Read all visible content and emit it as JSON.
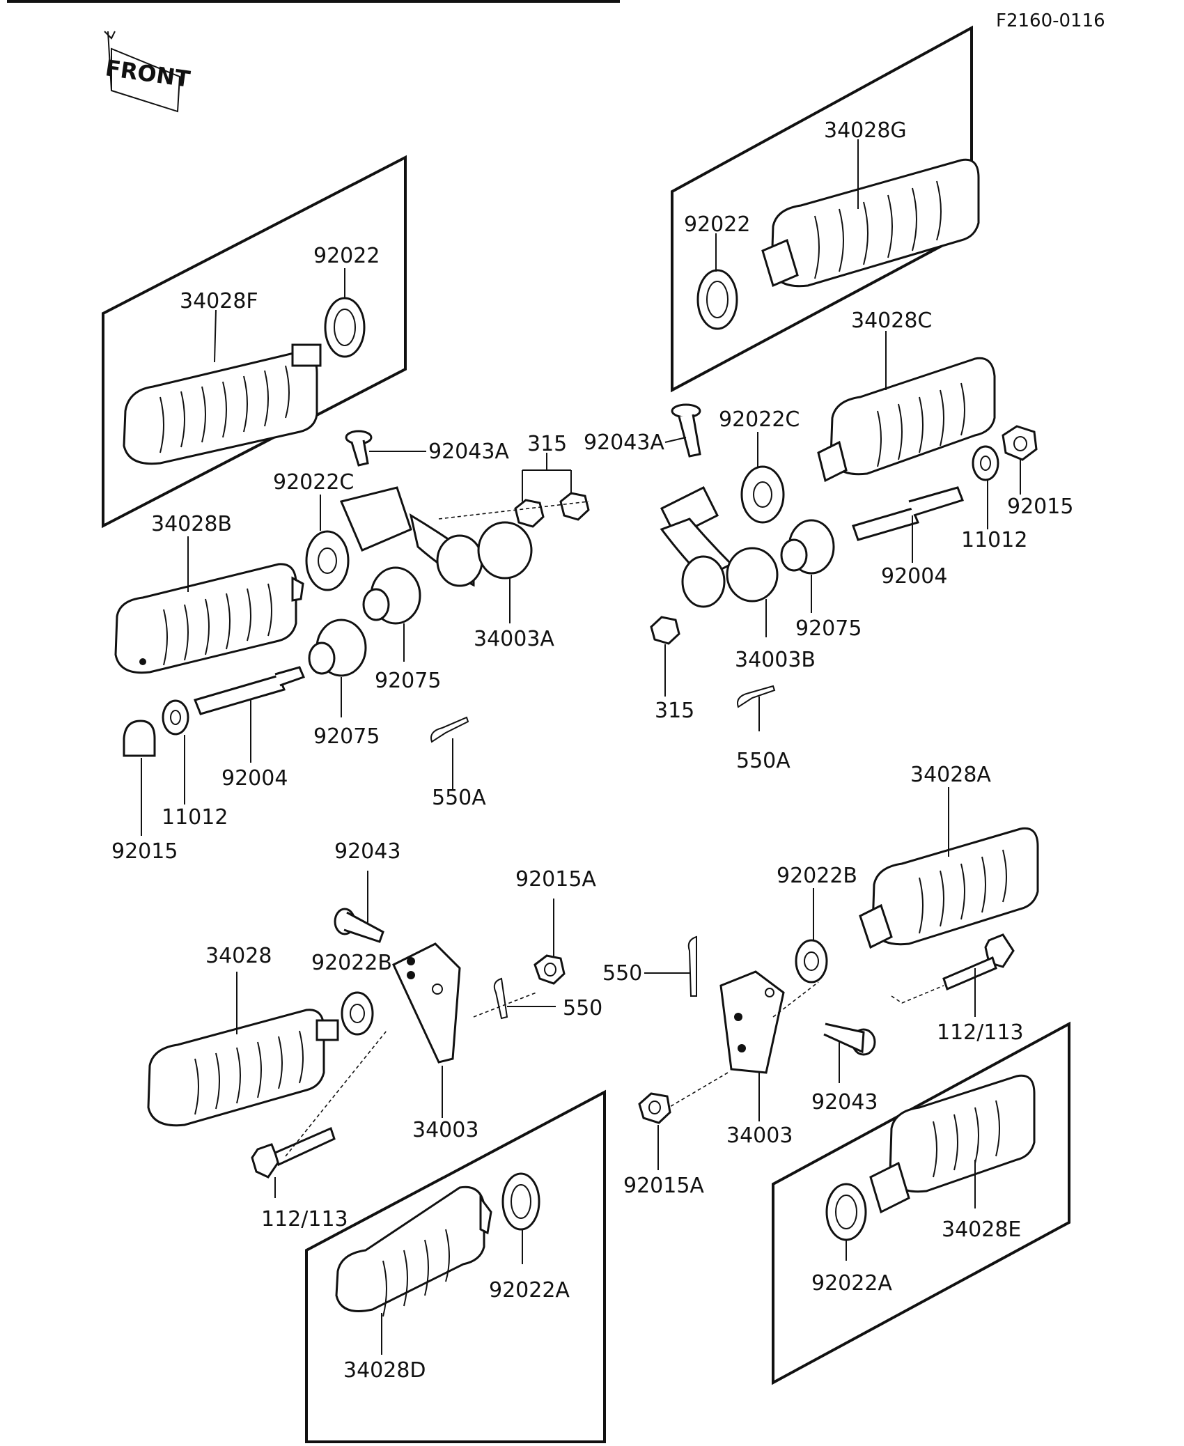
{
  "diagram_code": "F2160-0116",
  "front_marker": "FRONT",
  "labels": {
    "l_34028G": "34028G",
    "l_92022_tr": "92022",
    "l_34028F": "34028F",
    "l_92022_tl": "92022",
    "l_34028C": "34028C",
    "l_92043A_l": "92043A",
    "l_92043A_r": "92043A",
    "l_92022C_r": "92022C",
    "l_315_top": "315",
    "l_92022C_l": "92022C",
    "l_92015_r": "92015",
    "l_34028B": "34028B",
    "l_11012_r": "11012",
    "l_92004_r": "92004",
    "l_34003A": "34003A",
    "l_92075_r": "92075",
    "l_92075_m": "92075",
    "l_34003B": "34003B",
    "l_315_bot": "315",
    "l_92075_l": "92075",
    "l_550A_r": "550A",
    "l_92004_l": "92004",
    "l_550A_l": "550A",
    "l_34028A": "34028A",
    "l_11012_l": "11012",
    "l_92015_l": "92015",
    "l_92043_l": "92043",
    "l_92015A_top": "92015A",
    "l_92022B_r": "92022B",
    "l_34028": "34028",
    "l_92022B_l": "92022B",
    "l_550_top": "550",
    "l_550_mid": "550",
    "l_112_113_r": "112/113",
    "l_34003_l": "34003",
    "l_92043_r": "92043",
    "l_34003_r": "34003",
    "l_92015A_bot": "92015A",
    "l_112_113_l": "112/113",
    "l_34028E": "34028E",
    "l_92022A_l": "92022A",
    "l_92022A_r": "92022A",
    "l_34028D": "34028D"
  }
}
